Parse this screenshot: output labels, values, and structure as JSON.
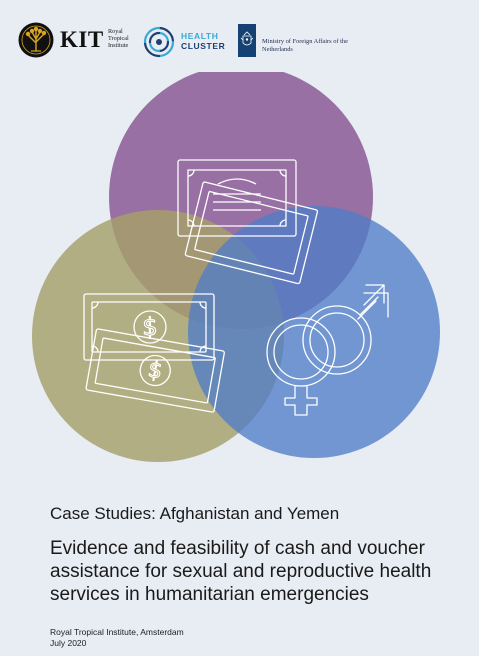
{
  "logos": {
    "kit": {
      "word": "KIT",
      "sub_lines": [
        "Royal",
        "Tropical",
        "Institute"
      ]
    },
    "health_cluster": {
      "lines": [
        "HEALTH",
        "CLUSTER"
      ]
    },
    "ministry": {
      "lines": [
        "Ministry of Foreign Affairs of the",
        "Netherlands"
      ]
    }
  },
  "venn": {
    "colors": {
      "top": "#8a5a94",
      "left": "#a6a06a",
      "right": "#4f7ec7",
      "page_background": "#e8ecf3",
      "icon_stroke": "#ffffff"
    },
    "icons": [
      "voucher-icon",
      "dollar-bills-icon",
      "gender-symbols-icon"
    ]
  },
  "subtitle": "Case Studies: Afghanistan and Yemen",
  "title_lines": [
    "Evidence and feasibility of cash and voucher",
    "assistance for sexual and reproductive health",
    "services in humanitarian emergencies"
  ],
  "publisher": {
    "name": "Royal Tropical Institute, Amsterdam",
    "date": "July 2020"
  }
}
